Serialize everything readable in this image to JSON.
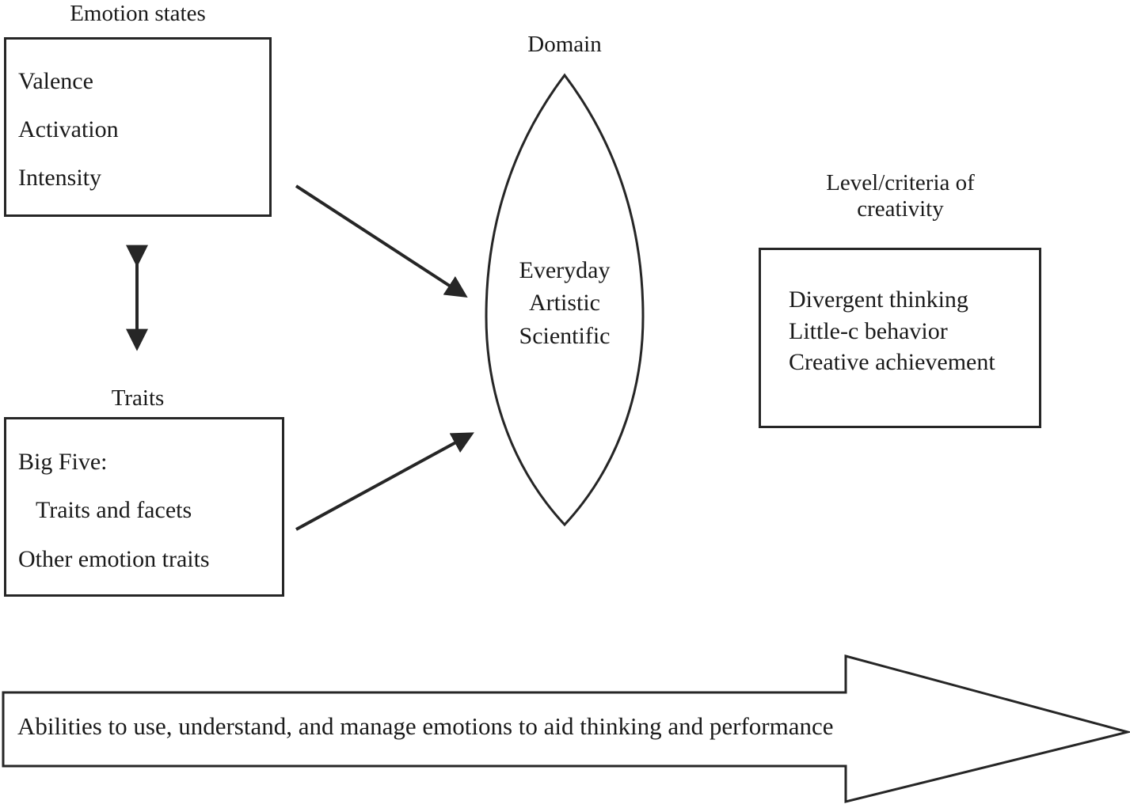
{
  "figure": {
    "type": "conceptual-diagram",
    "background": "#ffffff",
    "stroke_color": "#262626",
    "text_color": "#1a1a1a"
  },
  "captions": {
    "emotion_states": "Emotion states",
    "traits": "Traits",
    "domain": "Domain",
    "level_criteria": "Level/criteria of\ncreativity"
  },
  "boxes": {
    "emotion_states": {
      "title": "Emotion states",
      "items": [
        "Valence",
        "Activation",
        "Intensity"
      ]
    },
    "traits": {
      "title": "Traits",
      "items": [
        "Big Five:",
        "   Traits and facets",
        "Other emotion traits"
      ]
    },
    "level_criteria": {
      "title": "Level/criteria of creativity",
      "items": [
        "Divergent thinking",
        "Little-c behavior",
        "Creative achievement"
      ]
    }
  },
  "lens": {
    "title": "Domain",
    "label": "Everyday\nArtistic\nScientific"
  },
  "banner": {
    "label": "Abilities to use, understand, and manage emotions to aid thinking and performance"
  },
  "connectors": {
    "emotion_to_domain": "arrow-emotion-states-to-domain",
    "traits_to_domain": "arrow-traits-to-domain",
    "emotion_traits_bidirectional": "double-headed-arrow-emotion-states-traits"
  }
}
